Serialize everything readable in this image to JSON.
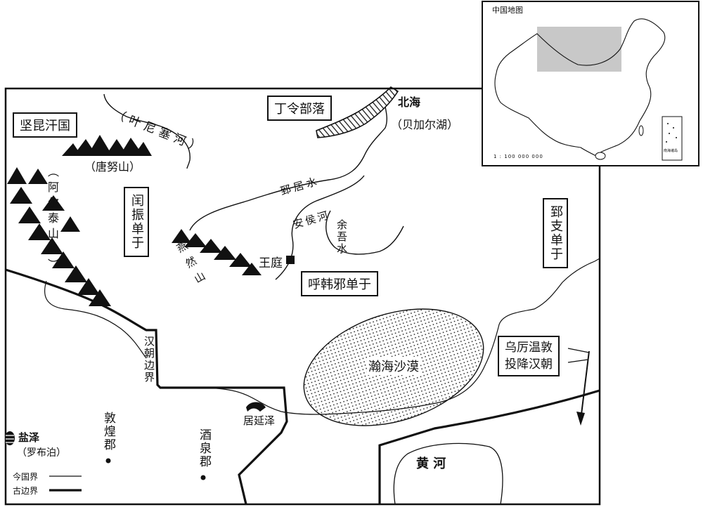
{
  "map": {
    "kingdoms": {
      "jiankun": "坚昆汗国",
      "dingling": "丁令部落",
      "runzhen": "闰振单于",
      "huhanye": "呼韩邪单于",
      "zhizhi": "郅支单于",
      "wuli": [
        "乌厉温敦",
        "投降汉朝"
      ]
    },
    "rivers": {
      "yenisei": "（叶尼塞河）",
      "ziju": "郅居水",
      "anhou": "安侯河",
      "yuwu": "余吾水",
      "yellow": "黄   河"
    },
    "mountains": {
      "tangnu": "（唐努山）",
      "altai": "（阿尔泰山脉）",
      "yanran": "燕然山"
    },
    "lakes": {
      "beihai": "北海",
      "baikal": "（贝加尔湖）",
      "juyan": "居延泽",
      "yanze": "盐泽",
      "lopnur": "（罗布泊）"
    },
    "desert": "瀚海沙漠",
    "capital": "王庭",
    "border_label": "汉朝边界",
    "commanderies": {
      "dunhuang": "敦煌郡",
      "jiuquan": "酒泉郡"
    }
  },
  "legend": {
    "modern": "今国界",
    "ancient": "古边界"
  },
  "inset": {
    "title": "中国地图",
    "scale": "1 : 100 000 000",
    "nanhai": "南海诸岛"
  },
  "colors": {
    "ink": "#111111",
    "desert_fill": "#d9d9d9",
    "inset_highlight": "#c8c8c8"
  }
}
